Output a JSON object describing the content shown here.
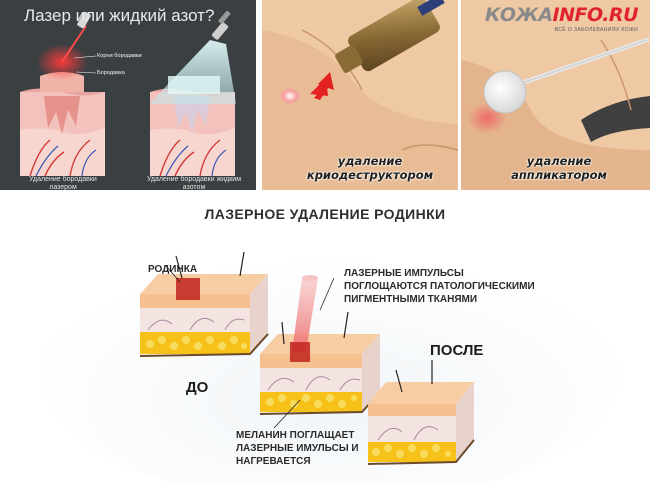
{
  "panel_a": {
    "title": "Лазер или жидкий азот?",
    "label_roots": "Корни бородавки",
    "label_wart": "Бородавка",
    "caption_left": "Удаление бородавки лазером",
    "caption_right": "Удаление бородавки жидким азотом"
  },
  "panel_b": {
    "caption": "удаление криодеструктором"
  },
  "panel_c": {
    "logo_part1": "КОЖА",
    "logo_part2": "INFO.RU",
    "logo_tagline": "ВСЁ О ЗАБОЛЕВАНИЯХ КОЖИ",
    "caption": "удаление аппликатором"
  },
  "panel_d": {
    "title": "ЛАЗЕРНОЕ УДАЛЕНИЕ РОДИНКИ",
    "label_mole": "РОДИНКА",
    "label_absorb": "ЛАЗЕРНЫЕ ИМПУЛЬСЫ ПОГЛОЩАЮТСЯ ПАТОЛОГИЧЕСКИМИ ПИГМЕНТНЫМИ ТКАНЯМИ",
    "label_before": "ДО",
    "label_after": "ПОСЛЕ",
    "label_melanin": "МЕЛАНИН ПОГЛАЩАЕТ ЛАЗЕРНЫЕ ИМУЛЬСЫ И НАГРЕВАЕТСЯ"
  },
  "colors": {
    "dark_panel": "#3a3f42",
    "skin": "#efc9a4",
    "laser_red": "#e1262d",
    "nitrogen_cyan": "#bfe8ea",
    "fat_yellow": "#f6c21a",
    "logo_red": "#e0242e"
  }
}
